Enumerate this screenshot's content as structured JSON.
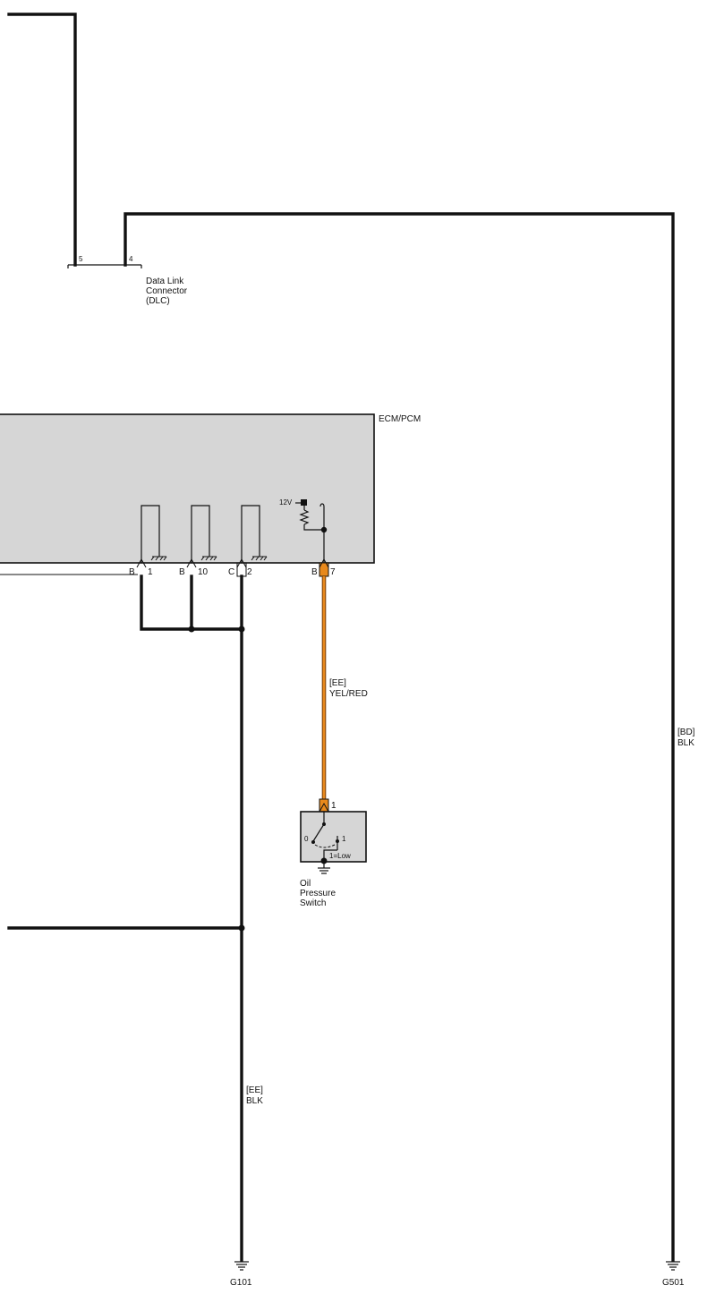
{
  "dlc": {
    "pin_5": "5",
    "pin_4": "4",
    "label_line1": "Data Link",
    "label_line2": "Connector",
    "label_line3": "(DLC)"
  },
  "ecm": {
    "label": "ECM/PCM",
    "supply": "12V",
    "pins": [
      {
        "connector": "B",
        "number": "1"
      },
      {
        "connector": "B",
        "number": "10"
      },
      {
        "connector": "C",
        "number": "2"
      },
      {
        "connector": "B",
        "number": "7"
      }
    ]
  },
  "wire_signal": {
    "code": "[EE]",
    "color": "YEL/RED",
    "hex": "#e8891c"
  },
  "wire_ground_ecm": {
    "code": "[EE]",
    "color": "BLK"
  },
  "wire_ground_dlc": {
    "code": "[BD]",
    "color": "BLK"
  },
  "oil_switch": {
    "pin": "1",
    "state_0": "0",
    "state_1": "1",
    "legend": "1=Low",
    "label_line1": "Oil",
    "label_line2": "Pressure",
    "label_line3": "Switch"
  },
  "grounds": {
    "left": "G101",
    "right": "G501"
  },
  "colors": {
    "module_fill": "#d6d6d6",
    "line": "#111111"
  }
}
